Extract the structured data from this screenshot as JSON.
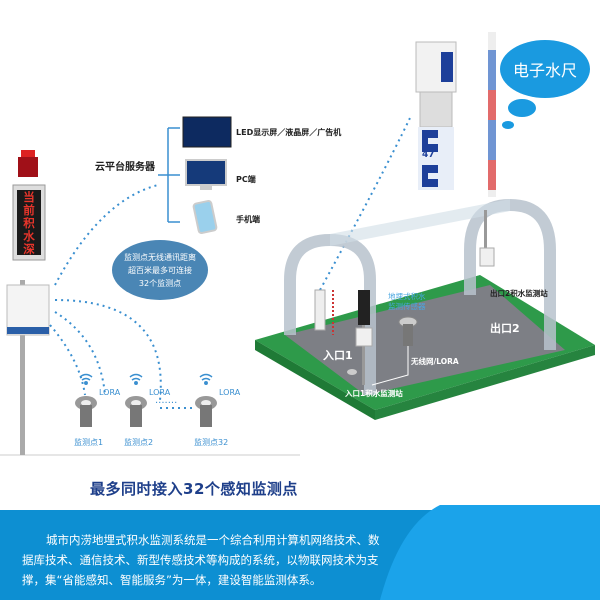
{
  "cloud": {
    "title": "云平台服务器",
    "endpoints": [
      {
        "label": "LED显示屏／液晶屏／广告机"
      },
      {
        "label": "PC端"
      },
      {
        "label": "手机端"
      }
    ]
  },
  "station_display": {
    "text": [
      "当",
      "前",
      "积",
      "水",
      "深"
    ]
  },
  "bubble_left": {
    "lines": [
      "监测点无线通讯距离",
      "超百米最多可连接",
      "32个监测点"
    ]
  },
  "sensors": [
    {
      "protocol": "LORA",
      "name": "监测点1"
    },
    {
      "protocol": "LORA",
      "name": "监测点2"
    },
    {
      "protocol": "LORA",
      "name": "监测点32"
    }
  ],
  "headline": "最多同时接入32个感知监测点",
  "scene": {
    "bubble_right": "电子水尺",
    "ruler_number": "47",
    "entrance": "入口1",
    "exit": "出口2",
    "sensor_label": "地埋式积水\n监测传感器",
    "sensor_label_lines": [
      "地埋式积水",
      "监测传感器"
    ],
    "network": "无线网/LORA",
    "station1": "入口1积水监测站",
    "station2": "出口2积水监测站"
  },
  "footer": {
    "text": "城市内涝地埋式积水监测系统是一个综合利用计算机网络技术、数据库技术、通信技术、新型传感技术等构成的系统，以物联网技术为支撑，集“省能感知、智能服务”为一体，建设智能监测体系。"
  },
  "colors": {
    "footer_blue": "#0d8fd2",
    "accent_blue": "#1a9ae0",
    "platform_green": "#2e9a4a",
    "road_gray": "#7d7f85"
  }
}
